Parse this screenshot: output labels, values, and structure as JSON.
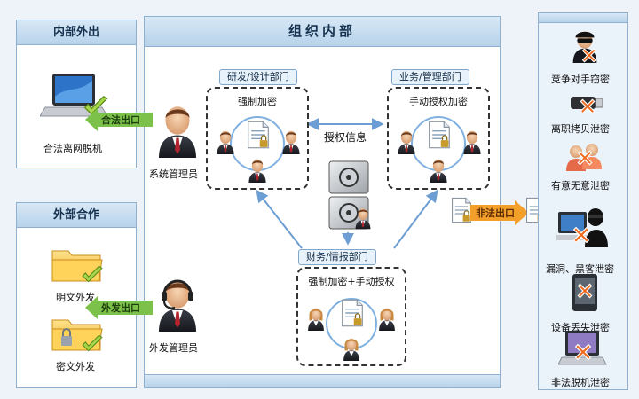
{
  "left_top": {
    "title": "内部外出",
    "item_label": "合法离网脱机",
    "arrow_label": "合法出口",
    "computer_icon": "laptop-check-icon"
  },
  "left_bottom": {
    "title": "外部合作",
    "items": [
      {
        "label": "明文外发",
        "icon": "folder-check-icon"
      },
      {
        "label": "密文外发",
        "icon": "locked-folder-check-icon"
      }
    ],
    "arrow_label": "外发出口"
  },
  "center": {
    "title": "组织内部",
    "admins": [
      {
        "label": "系统管理员",
        "icon": "admin-person-icon"
      },
      {
        "label": "外发管理员",
        "icon": "headset-person-icon"
      }
    ],
    "departments": [
      {
        "label": "研发/设计部门",
        "box_title": "强制加密"
      },
      {
        "label": "业务/管理部门",
        "box_title": "手动授权加密"
      },
      {
        "label": "财务/情报部门",
        "box_title": "强制加密+手动授权"
      }
    ],
    "auth_label": "授权信息",
    "safe_icon": "safe-server-icon"
  },
  "illegal_arrow_label": "非法出口",
  "right": {
    "threats": [
      {
        "label": "竞争对手窃密",
        "icon": "spy-icon"
      },
      {
        "label": "离职拷贝泄密",
        "icon": "usb-drive-icon"
      },
      {
        "label": "有意无意泄密",
        "icon": "people-icon"
      },
      {
        "label": "漏洞、黑客泄密",
        "icon": "hacker-icon"
      },
      {
        "label": "设备丢失泄密",
        "icon": "phone-device-icon"
      },
      {
        "label": "非法脱机泄密",
        "icon": "laptop-icon"
      }
    ]
  },
  "colors": {
    "green_arrow": "#7cc24a",
    "orange_arrow": "#f2a02a",
    "panel_border": "#8fb0cf",
    "blue_arrow": "#6d9ed3"
  }
}
